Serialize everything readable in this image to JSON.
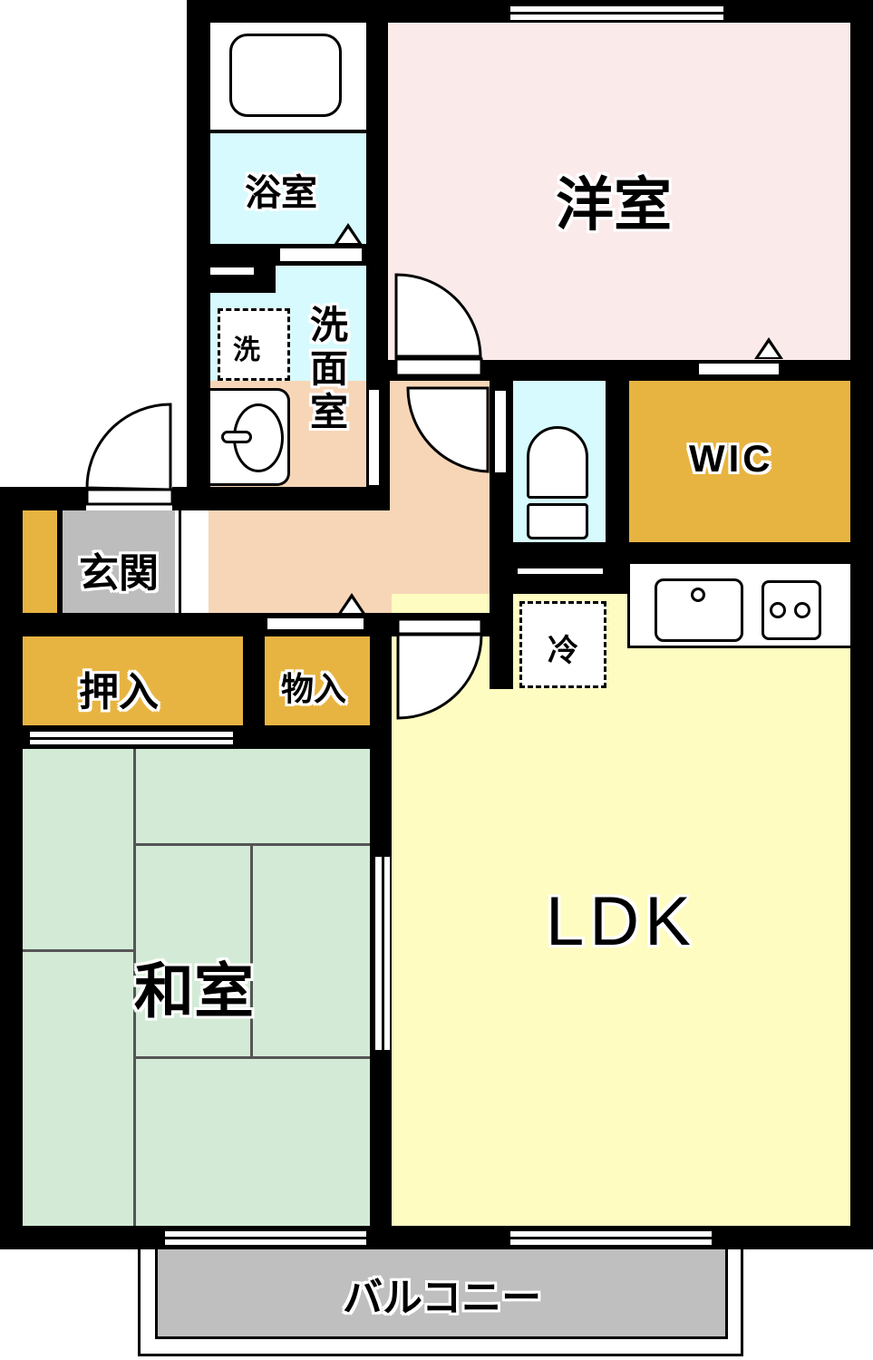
{
  "floorplan": {
    "rooms": {
      "western_room": {
        "label": "洋室",
        "color": "#fbeaea"
      },
      "bathroom": {
        "label": "浴室",
        "color": "#d6fafd"
      },
      "washroom": {
        "label": "洗面室",
        "label_lines": [
          "洗",
          "面",
          "室"
        ],
        "color": "#d6fafd"
      },
      "washer_space": {
        "label": "洗"
      },
      "entrance": {
        "label": "玄関",
        "color": "#bdbdbd"
      },
      "hallway": {
        "color": "#f7d6b8"
      },
      "toilet": {
        "color": "#d6fafd"
      },
      "wic": {
        "label": "WIC",
        "color": "#e8b441"
      },
      "closet_oshiire": {
        "label": "押入",
        "color": "#e8b441"
      },
      "storage_monoire": {
        "label": "物入",
        "color": "#e8b441"
      },
      "shoe_box": {
        "color": "#e8b441"
      },
      "japanese_room": {
        "label": "和室",
        "color": "#d3ebd6"
      },
      "ldk": {
        "label": "LDK",
        "color": "#fefcc0"
      },
      "fridge_space": {
        "label": "冷"
      },
      "balcony": {
        "label": "バルコニー",
        "color": "#bfbfbf"
      }
    }
  }
}
